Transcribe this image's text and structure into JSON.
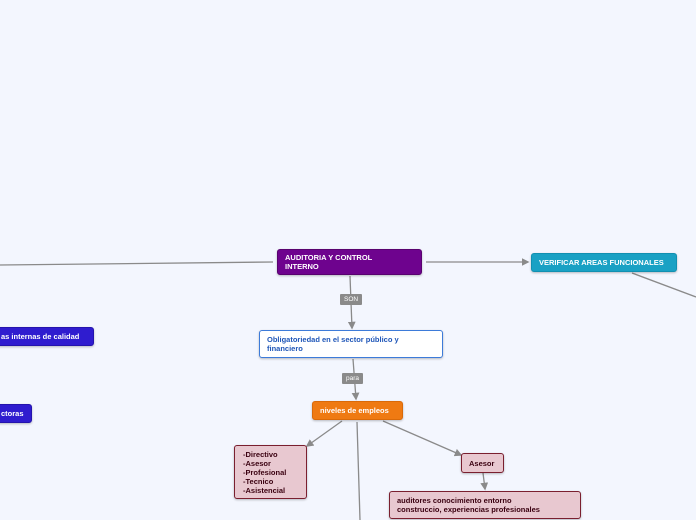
{
  "colors": {
    "background": "#f3f6fe",
    "connector": "#8a8a8a",
    "root_fill": "#6e038e",
    "teal_fill": "#19a1c4",
    "blue_fill": "#2f1ccf",
    "orange_fill": "#ef7a12",
    "pink_fill": "#e8c8d0",
    "pink_border": "#7a1f2f"
  },
  "nodes": {
    "root": "AUDITORIA  Y CONTROL\nINTERNO",
    "verificar": "VERIFICAR AREAS FUNCIONALES",
    "obligatoriedad": "Obligatoriedad  en el sector  público  y\nfinanciero",
    "niveles": "niveles de empleos",
    "lista": "-Directivo\n-Asesor\n-Profesional\n-Tecnico\n-Asistencial",
    "asesor": "Asesor",
    "auditores": "auditores conocimiento entorno\nconstruccio, experiencias  profesionales",
    "left_calidad": "as internas de calidad",
    "left_ctoras": "ctoras"
  },
  "labels": {
    "son": "SON",
    "para": "para"
  }
}
